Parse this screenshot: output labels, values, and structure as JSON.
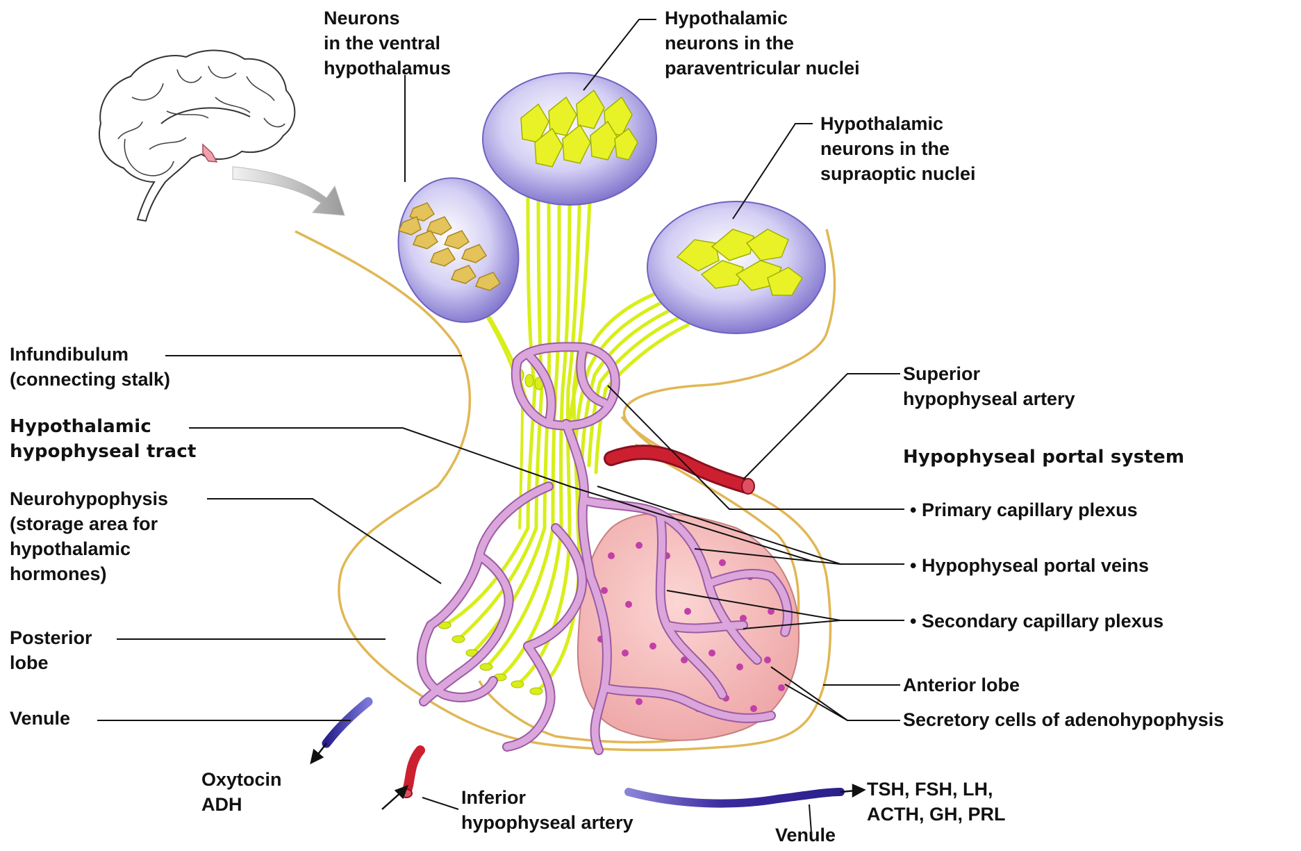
{
  "labels": {
    "ventral_neurons": "Neurons\nin the ventral\nhypothalamus",
    "paraventricular": "Hypothalamic\nneurons in the\nparaventricular nuclei",
    "supraoptic": "Hypothalamic\nneurons in the\nsupraoptic nuclei",
    "infundibulum": "Infundibulum\n(connecting stalk)",
    "tract": "Hypothalamic\nhypophyseal tract",
    "neurohypophysis": "Neurohypophysis\n(storage area for\nhypothalamic\nhormones)",
    "posterior_lobe": "Posterior\nlobe",
    "venule_left": "Venule",
    "oxytocin": "Oxytocin\nADH",
    "inferior_artery": "Inferior\nhypophyseal artery",
    "venule_bottom": "Venule",
    "anterior_hormones": "TSH, FSH, LH,\nACTH, GH, PRL",
    "superior_artery": "Superior\nhypophyseal artery",
    "portal_system": "Hypophyseal portal system",
    "primary_plexus": "• Primary capillary plexus",
    "portal_veins": "• Hypophyseal portal veins",
    "secondary_plexus": "• Secondary capillary plexus",
    "anterior_lobe": "Anterior lobe",
    "secretory_cells": "Secretory cells of adenohypophysis"
  },
  "colors": {
    "nucleus_fill": "#a79ee0",
    "axon": "#d8ee1a",
    "capillary": "#d79ad6",
    "capillary_edge": "#9c5aa2",
    "outline": "#e1b755",
    "tissue": "#f4b8b8",
    "cell_nucleus": "#c23fa8",
    "artery": "#cc2030",
    "vein": "#3a2a9e",
    "brain_highlight": "#f2a0ad"
  }
}
